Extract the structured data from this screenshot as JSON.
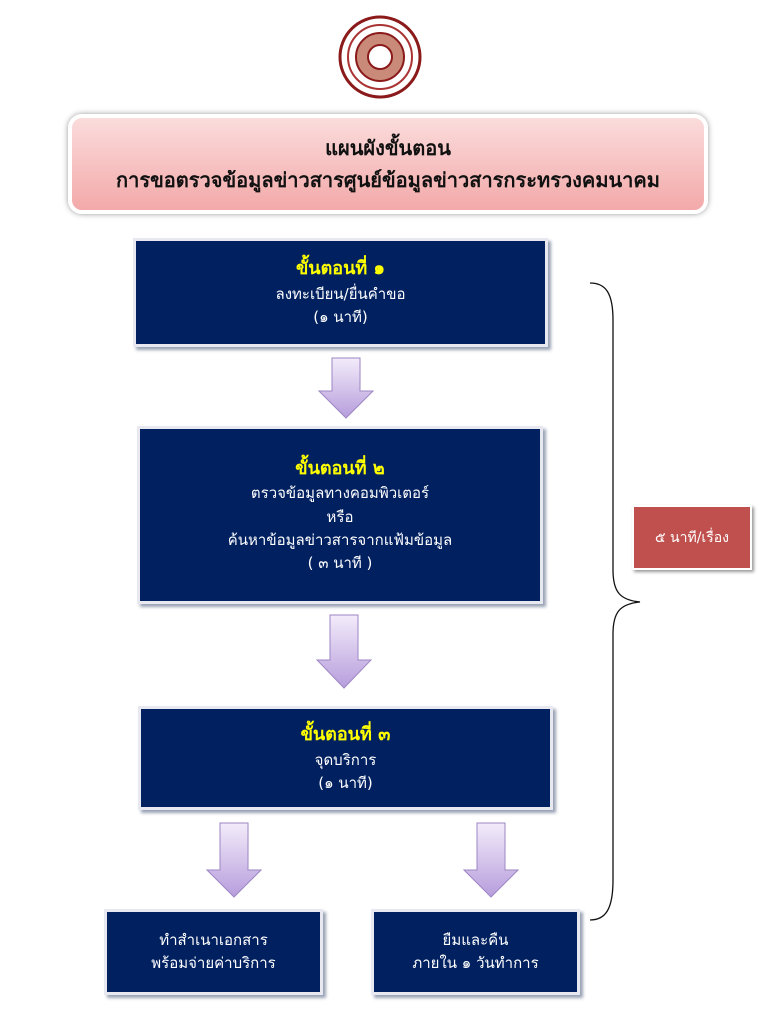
{
  "header": {
    "title_line1": "แผนผังขั้นตอน",
    "title_line2": "การขอตรวจข้อมูลข่าวสารศูนย์ข้อมูลข่าวสารกระทรวงคมนาคม"
  },
  "steps": [
    {
      "label": "ขั้นตอนที่ ๑",
      "lines": [
        "ลงทะเบียน/ยื่นคำขอ",
        "(๑ นาที)"
      ]
    },
    {
      "label": "ขั้นตอนที่ ๒",
      "lines": [
        "ตรวจข้อมูลทางคอมพิวเตอร์",
        "หรือ",
        "ค้นหาข้อมูลข่าวสารจากแฟ้มข้อมูล",
        "( ๓ นาที )"
      ]
    },
    {
      "label": "ขั้นตอนที่ ๓",
      "lines": [
        "จุดบริการ",
        "(๑ นาที)"
      ]
    }
  ],
  "outcomes": [
    {
      "lines": [
        "ทำสำเนาเอกสาร",
        "พร้อมจ่ายค่าบริการ"
      ]
    },
    {
      "lines": [
        "ยืมและคืน",
        "ภายใน ๑ วันทำการ"
      ]
    }
  ],
  "total_badge": "๕ นาที/เรื่อง",
  "colors": {
    "box": "#002060",
    "step_label": "#ffff00",
    "badge": "#c0504d",
    "arrow": "#c9b3e6"
  }
}
